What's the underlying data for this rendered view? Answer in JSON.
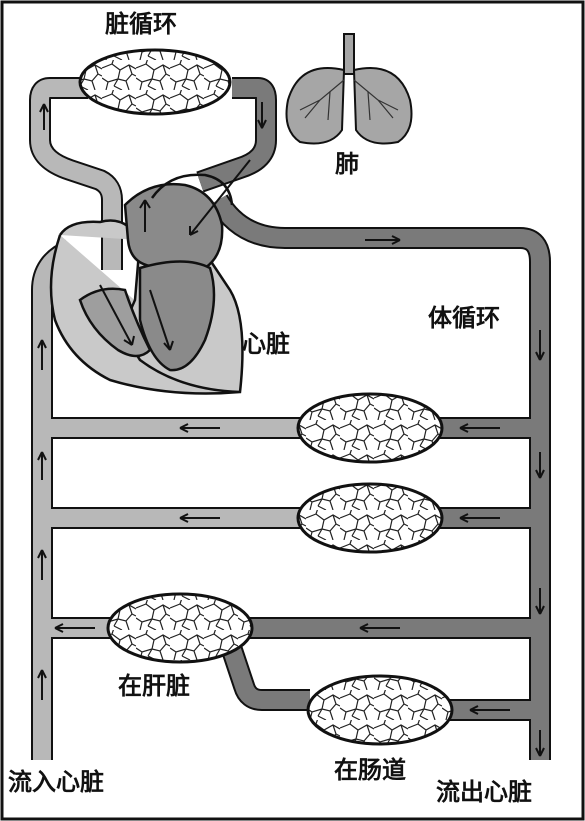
{
  "labels": {
    "pulmonary_circulation": "脏循环",
    "lung": "肺",
    "heart": "心脏",
    "systemic_circulation": "体循环",
    "in_liver": "在肝脏",
    "in_intestine": "在肠道",
    "flow_into_heart": "流入心脏",
    "flow_out_of_heart": "流出心脏"
  },
  "colors": {
    "background": "#ffffff",
    "border": "#111111",
    "vein_light": "#b8b8b8",
    "artery_dark": "#7a7a7a",
    "heart_right": "#c9c9c9",
    "heart_left": "#8a8a8a",
    "lung": "#a6a6a6",
    "capillary_fill": "#ffffff",
    "arrow": "#111111"
  },
  "icons": {
    "lungs": "lungs-icon",
    "heart": "heart-icon",
    "capillary_bed": "capillary-network-icon"
  }
}
